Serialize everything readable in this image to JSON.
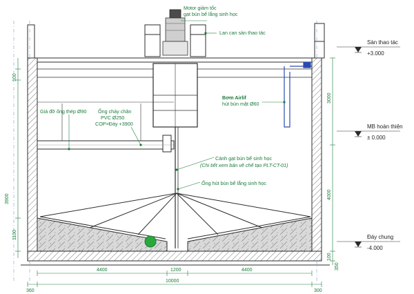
{
  "labels": {
    "motor_line1": "Motor giảm tốc",
    "motor_line2": "gạt bùn bể lắng sinh học",
    "railing": "Lan can sàn thao tác",
    "airlift_line1": "Bơm Airlif",
    "airlift_line2": "hút bùn mặt Ø60",
    "pipe_support": "Giá đỡ ống thép Ø90",
    "inlet_line1": "Ống chảy chân",
    "inlet_line2": "PVC Ø250",
    "inlet_line3": "COP=Đáy +3900",
    "scraper_line1": "Cánh gạt bùn bể sinh học",
    "scraper_line2": "(Chi tiết xem bản vẽ chế tạo PLT-CT-01)",
    "sludge_pipe": "Ống hút bùn bể lắng sinh học"
  },
  "levels": {
    "platform_name": "Sàn thao tác",
    "platform_value": "+3.000",
    "finish_name": "MB hoàn thiện",
    "finish_value": "± 0.000",
    "bottom_name": "Đáy chung",
    "bottom_value": "-4.000"
  },
  "dimensions": {
    "bottom_segments": [
      "4400",
      "1200",
      "4400"
    ],
    "total_width": "10000",
    "wall_left": "360",
    "wall_right": "300",
    "left_top": "100",
    "left_total": "3900",
    "left_bottom": "1100",
    "right_upper": "3000",
    "right_lower": "4000",
    "right_base": "100",
    "right_base2": "350"
  },
  "colors": {
    "annotation": "#1a7a3a",
    "linework": "#2b2b2b",
    "grid": "#7aa0c8",
    "equipment_accent": "#2a4ab0"
  }
}
